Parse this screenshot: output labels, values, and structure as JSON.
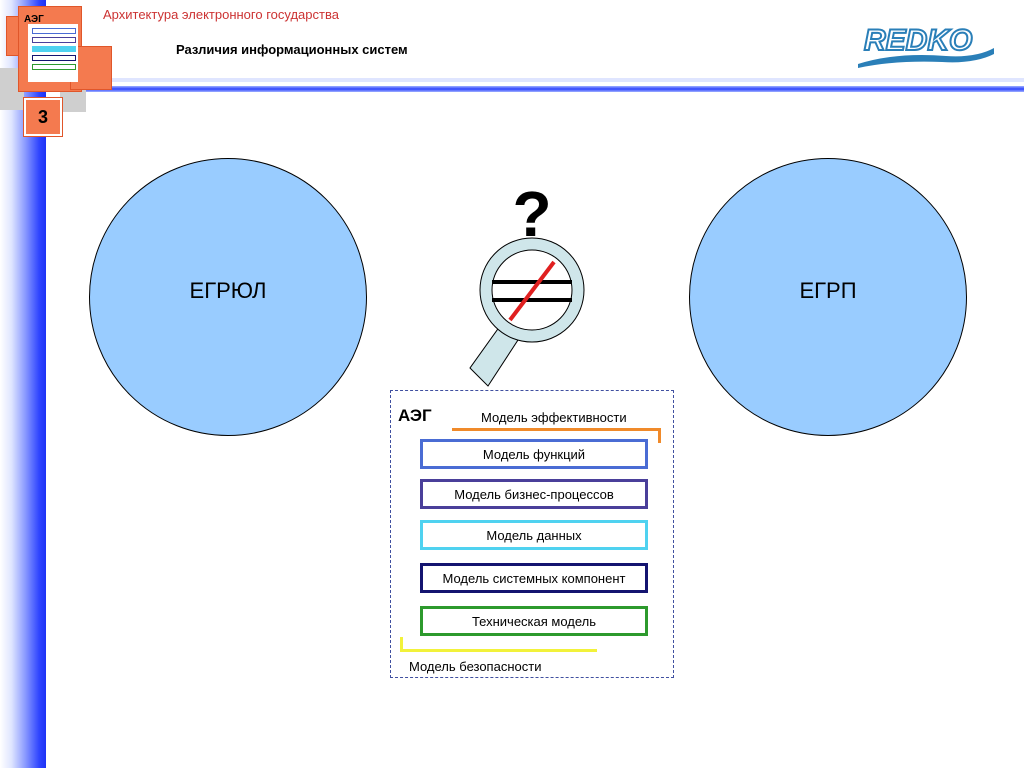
{
  "header": {
    "subtitle": "Архитектура электронного государства",
    "title": "Различия информационных систем",
    "logo_text": "АЭГ",
    "slide_number": "3",
    "brand": "REDKO"
  },
  "diagram": {
    "left_circle": "ЕГРЮЛ",
    "right_circle": "ЕГРП",
    "question_mark": "?",
    "panel": {
      "title": "АЭГ",
      "efficiency_label": "Модель эффективности",
      "models": [
        {
          "label": "Модель функций",
          "color": "#4a6cd4"
        },
        {
          "label": "Модель бизнес-процессов",
          "color": "#4a3f9a"
        },
        {
          "label": "Модель данных",
          "color": "#4fd2f0"
        },
        {
          "label": "Модель системных компонент",
          "color": "#141470"
        },
        {
          "label": "Техническая модель",
          "color": "#2d9a2d"
        }
      ],
      "security_label": "Модель безопасности"
    }
  },
  "colors": {
    "circle_fill": "#99ccff",
    "accent_orange": "#f47a4f",
    "efficiency_line": "#f08a2a",
    "security_line": "#f2f23a",
    "magnifier_lens": "#cfe6ea",
    "strike_line": "#e02020"
  }
}
